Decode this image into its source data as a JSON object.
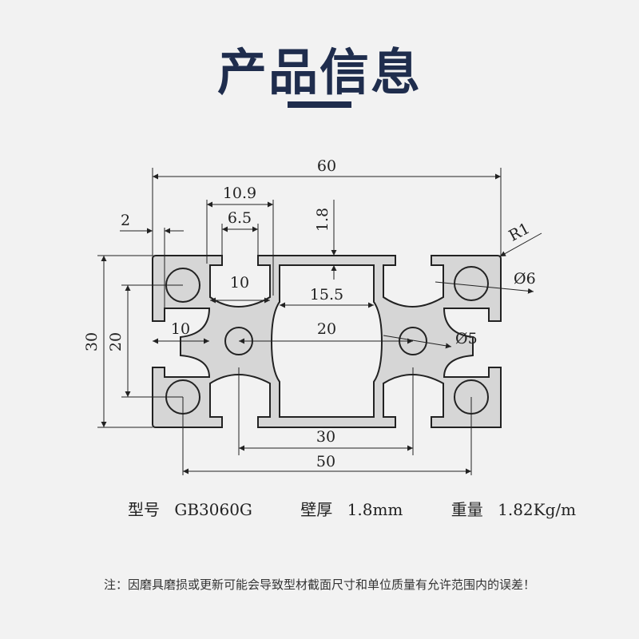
{
  "header": {
    "title": "产品信息"
  },
  "dimensions": {
    "overall_width": "60",
    "slot_outer": "10.9",
    "slot_inner": "6.5",
    "edge": "2",
    "wall": "1.8",
    "corner_radius": "R1",
    "corner_hole": "Ø6",
    "overall_height": "30",
    "hole_spacing_v": "20",
    "channel_top": "10",
    "channel_left": "10",
    "center_cavity": "15.5",
    "center_width": "20",
    "center_hole": "Ø5",
    "bottom_inner": "30",
    "hole_spacing_h": "50"
  },
  "specs": {
    "model_label": "型号",
    "model_value": "GB3060G",
    "wall_label": "壁厚",
    "wall_value": "1.8mm",
    "weight_label": "重量",
    "weight_value": "1.82Kg/m"
  },
  "note": "注：因磨具磨损或更新可能会导致型材截面尺寸和单位质量有允许范围内的误差！",
  "colors": {
    "profile_fill": "#d6d6d6",
    "title": "#1f2d4d",
    "background": "#f2f2f2"
  }
}
